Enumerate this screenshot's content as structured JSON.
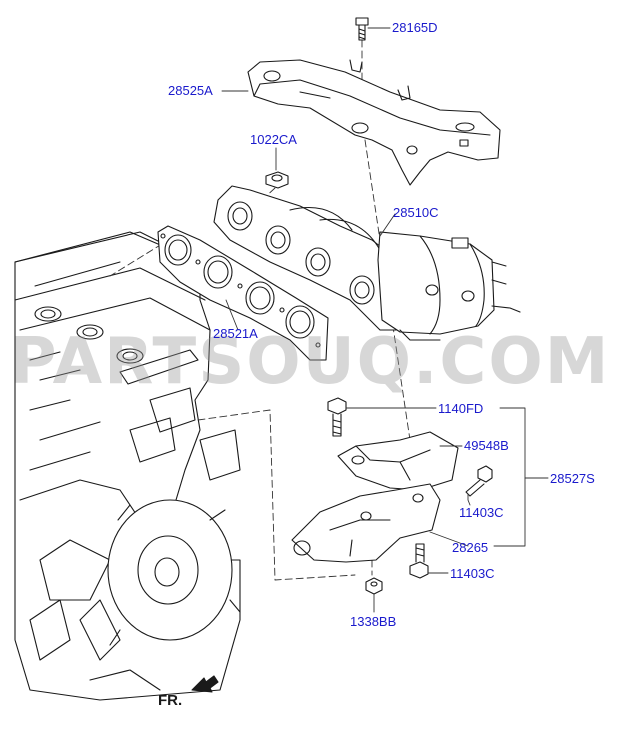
{
  "colors": {
    "label": "#1a1acc",
    "line": "#1a1a1a",
    "leader": "#333333",
    "watermark": "rgba(150,150,150,0.38)"
  },
  "watermark": "PARTSOUQ.COM",
  "direction_label": "FR.",
  "labels": {
    "p28165D": "28165D",
    "p28525A": "28525A",
    "p1022CA": "1022CA",
    "p28510C": "28510C",
    "p28521A": "28521A",
    "p1140FD": "1140FD",
    "p49548B": "49548B",
    "p28527S": "28527S",
    "p11403C_a": "11403C",
    "p28265": "28265",
    "p11403C_b": "11403C",
    "p1338BB": "1338BB"
  }
}
